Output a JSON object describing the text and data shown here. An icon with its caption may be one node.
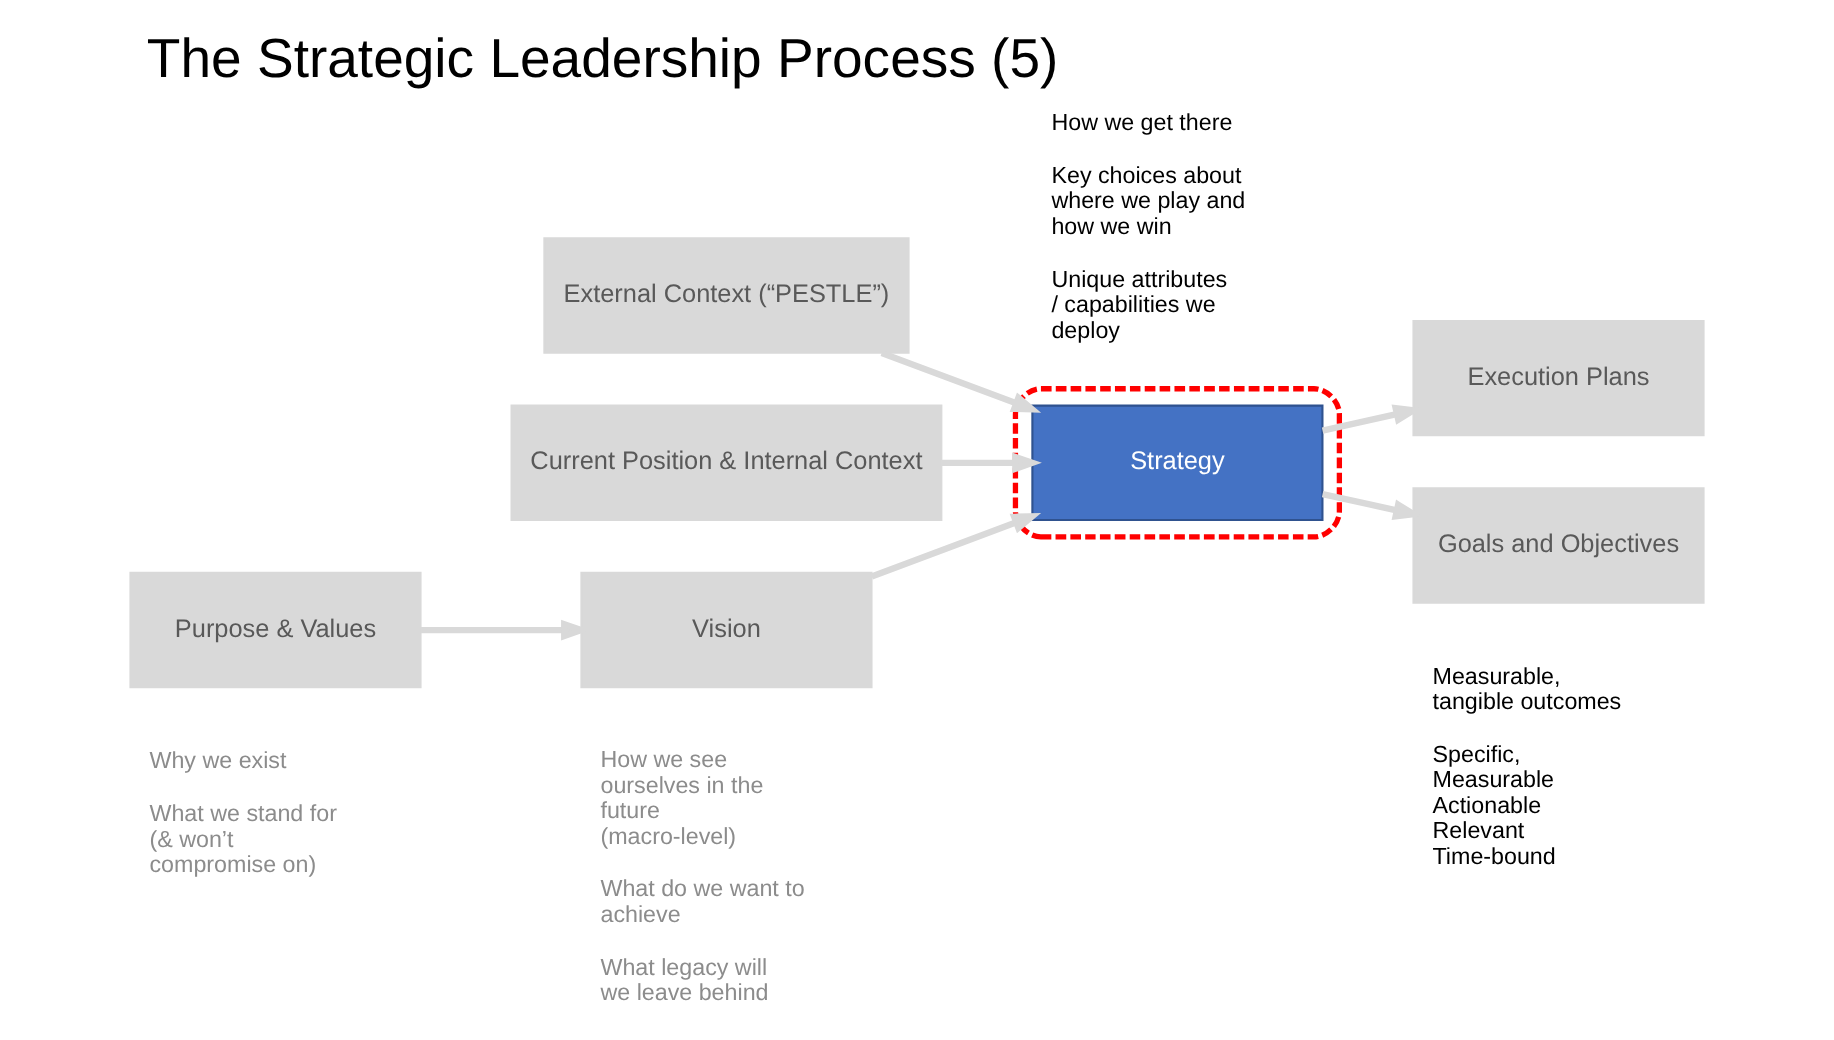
{
  "diagram": {
    "title": "The Strategic Leadership Process (5)",
    "nodes": [
      {
        "text": [
          "External Context (“PESTLE”)"
        ]
      },
      {
        "text": [
          "Current Position & Internal Context"
        ]
      },
      {
        "text": [
          "Execution Plans"
        ]
      },
      {
        "text": [
          "Purpose & Values"
        ],
        "beside": [
          "Why we exist",
          "What we stand for (& won’t compromise on)"
        ]
      },
      {
        "text": [
          "Vision"
        ],
        "beside": [
          "How we see ourselves in the future (macro-level)",
          "What do we want to achieve",
          "What legacy will we leave behind"
        ]
      },
      {
        "text": [],
        "shape": "box"
      },
      {
        "text": [
          "Strategy"
        ],
        "in": 5,
        "beside": [
          "How we get there",
          "Key choices about where we play and how we win",
          "Unique attributes / capabilities we deploy"
        ]
      },
      {
        "text": [
          "Goals and Objectives"
        ],
        "beside": [
          "Measurable, tangible outcomes",
          "Specific, Measurable Actionable Relevant Time-bound"
        ]
      }
    ],
    "edges": [
      {
        "from": 0,
        "to": 6,
        "arrow": "to"
      },
      {
        "from": 1,
        "to": 6,
        "arrow": "to"
      },
      {
        "from": 3,
        "to": 4,
        "arrow": "to"
      },
      {
        "from": 4,
        "to": 6,
        "arrow": "to"
      },
      {
        "from": 6,
        "to": 2,
        "arrow": "to"
      },
      {
        "from": 6,
        "to": 7,
        "arrow": "to"
      }
    ]
  }
}
